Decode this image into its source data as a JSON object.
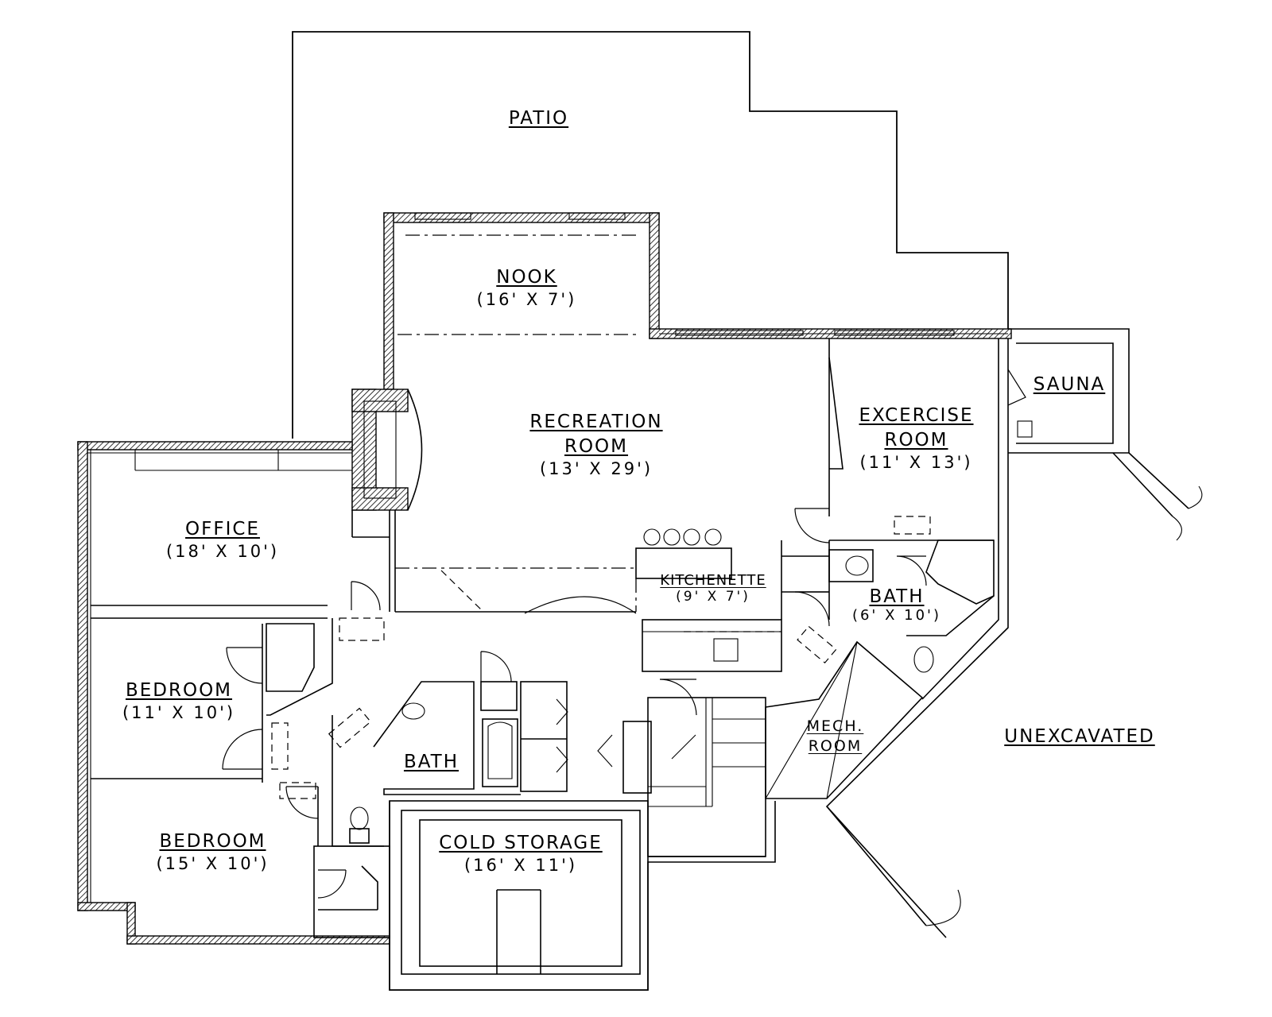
{
  "rooms": {
    "patio": {
      "name": "PATIO"
    },
    "nook": {
      "name": "NOOK",
      "size": "(16' X 7')"
    },
    "recreation": {
      "name_line1": "RECREATION",
      "name_line2": "ROOM",
      "size": "(13' X 29')"
    },
    "exercise": {
      "name_line1": "EXCERCISE",
      "name_line2": "ROOM",
      "size": "(11' X 13')"
    },
    "sauna": {
      "name": "SAUNA"
    },
    "office": {
      "name": "OFFICE",
      "size": "(18' X 10')"
    },
    "kitchenette": {
      "name": "KITCHENETTE",
      "size": "(9' X 7')"
    },
    "bath_upper": {
      "name": "BATH",
      "size": "(6' X 10')"
    },
    "bedroom_upper": {
      "name": "BEDROOM",
      "size": "(11' X 10')"
    },
    "bath_lower": {
      "name": "BATH"
    },
    "mech": {
      "name_line1": "MECH.",
      "name_line2": "ROOM"
    },
    "unexcavated": {
      "name": "UNEXCAVATED"
    },
    "bedroom_lower": {
      "name": "BEDROOM",
      "size": "(15' X 10')"
    },
    "cold_storage": {
      "name": "COLD STORAGE",
      "size": "(16' X 11')"
    }
  },
  "colors": {
    "line": "#000000",
    "background": "#ffffff"
  }
}
